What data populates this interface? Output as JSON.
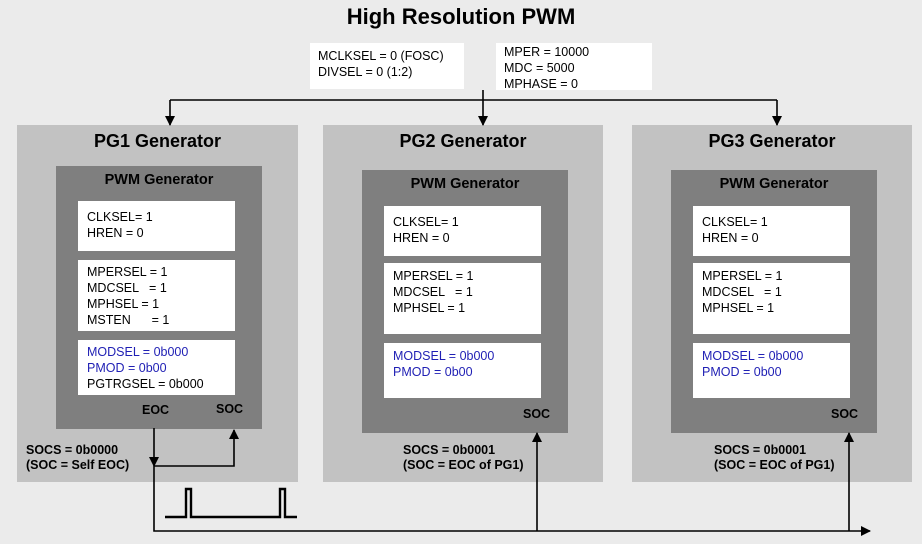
{
  "title": "High Resolution PWM",
  "master": {
    "clock": [
      "MCLKSEL = 0 (FOSC)",
      "DIVSEL = 0 (1:2)"
    ],
    "period": [
      "MPER = 10000",
      "MDC = 5000",
      "MPHASE = 0"
    ]
  },
  "generators": [
    {
      "title": "PG1 Generator",
      "inner_title": "PWM Generator",
      "clk": [
        "CLKSEL= 1",
        "HREN = 0"
      ],
      "master_sel": [
        "MPERSEL = 1",
        "MDCSEL   = 1",
        "MPHSEL = 1",
        "MSTEN      = 1"
      ],
      "mode": [
        "MODSEL = 0b000",
        "PMOD = 0b00"
      ],
      "mode_extra": "PGTRGSEL = 0b000",
      "eoc": "EOC",
      "soc": "SOC",
      "socs": [
        "SOCS = 0b0000",
        "(SOC = Self EOC)"
      ]
    },
    {
      "title": "PG2 Generator",
      "inner_title": "PWM Generator",
      "clk": [
        "CLKSEL= 1",
        "HREN = 0"
      ],
      "master_sel": [
        "MPERSEL = 1",
        "MDCSEL   = 1",
        "MPHSEL = 1"
      ],
      "mode": [
        "MODSEL = 0b000",
        "PMOD = 0b00"
      ],
      "soc": "SOC",
      "socs": [
        "SOCS = 0b0001",
        "(SOC = EOC of PG1)"
      ]
    },
    {
      "title": "PG3 Generator",
      "inner_title": "PWM Generator",
      "clk": [
        "CLKSEL= 1",
        "HREN = 0"
      ],
      "master_sel": [
        "MPERSEL = 1",
        "MDCSEL   = 1",
        "MPHSEL = 1"
      ],
      "mode": [
        "MODSEL = 0b000",
        "PMOD = 0b00"
      ],
      "soc": "SOC",
      "socs": [
        "SOCS = 0b0001",
        "(SOC = EOC of PG1)"
      ]
    }
  ]
}
